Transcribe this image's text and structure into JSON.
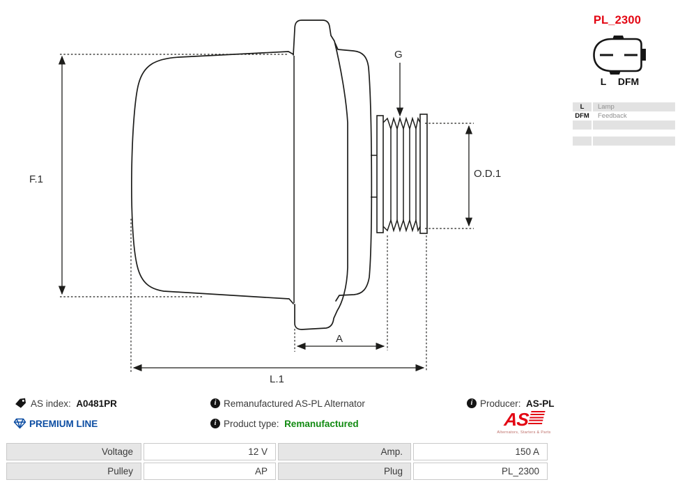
{
  "diagram": {
    "labels": {
      "f1": "F.1",
      "l1": "L.1",
      "a": "A",
      "od1": "O.D.1",
      "g": "G"
    }
  },
  "plug": {
    "code": "PL_2300",
    "pin_labels": {
      "left": "L",
      "right": "DFM"
    },
    "pins": [
      {
        "abbr": "L",
        "desc": "Lamp"
      },
      {
        "abbr": "DFM",
        "desc": "Feedback"
      },
      {
        "abbr": "",
        "desc": ""
      },
      {
        "abbr": "",
        "desc": ""
      }
    ]
  },
  "info": {
    "as_index_label": "AS index:",
    "as_index_value": "A0481PR",
    "premium_label": "PREMIUM LINE",
    "description": "Remanufactured AS-PL Alternator",
    "product_type_label": "Product type:",
    "product_type_value": "Remanufactured",
    "producer_label": "Producer:",
    "producer_value": "AS-PL",
    "logo_text": "AS",
    "logo_tagline": "Alternators, Starters & Parts"
  },
  "specs": {
    "rows": [
      {
        "label1": "Voltage",
        "value1": "12 V",
        "label2": "Amp.",
        "value2": "150 A"
      },
      {
        "label1": "Pulley",
        "value1": "AP",
        "label2": "Plug",
        "value2": "PL_2300"
      }
    ]
  },
  "colors": {
    "accent_red": "#e30613",
    "premium_blue": "#0c4da2",
    "type_green": "#118a11",
    "table_gray": "#e6e6e6"
  }
}
